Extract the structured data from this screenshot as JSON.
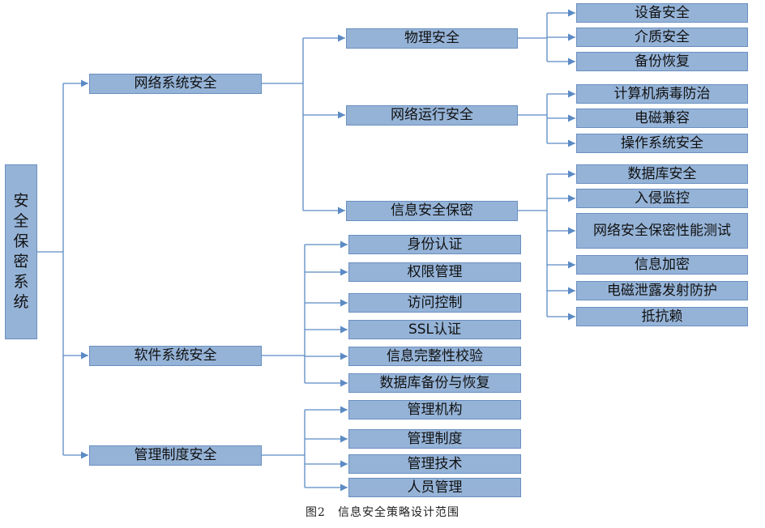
{
  "diagram": {
    "root": "安全保密系统",
    "level1": [
      {
        "id": "n1",
        "label": "网络系统安全"
      },
      {
        "id": "n2",
        "label": "软件系统安全"
      },
      {
        "id": "n3",
        "label": "管理制度安全"
      }
    ],
    "level2": [
      {
        "id": "n11",
        "label": "物理安全"
      },
      {
        "id": "n12",
        "label": "网络运行安全"
      },
      {
        "id": "n13",
        "label": "信息安全保密"
      }
    ],
    "software_items": [
      "身份认证",
      "权限管理",
      "访问控制",
      "SSL认证",
      "信息完整性校验",
      "数据库备份与恢复"
    ],
    "management_items": [
      "管理机构",
      "管理制度",
      "管理技术",
      "人员管理"
    ],
    "physical_items": [
      "设备安全",
      "介质安全",
      "备份恢复"
    ],
    "network_run_items": [
      "计算机病毒防治",
      "电磁兼容",
      "操作系统安全"
    ],
    "info_items": [
      "数据库安全",
      "入侵监控",
      "网络安全保密性能测试",
      "信息加密",
      "电磁泄露发射防护",
      "抵抗赖"
    ],
    "colors": {
      "box_fill": "#95b3d7",
      "box_border": "#6a8fc1",
      "line": "#5b8ac4"
    }
  },
  "caption": "图2　信息安全策略设计范围"
}
